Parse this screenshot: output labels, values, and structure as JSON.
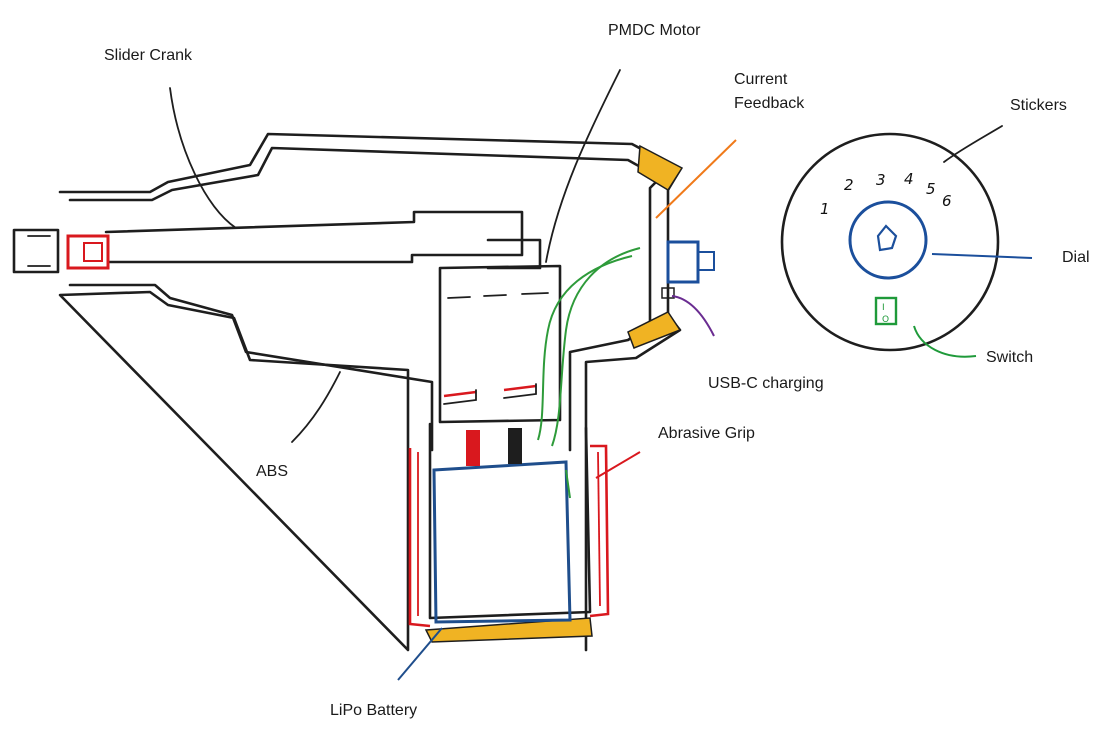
{
  "labels": {
    "slider_crank": "Slider Crank",
    "pmdc_motor": "PMDC Motor",
    "current_feedback": "Current Feedback",
    "stickers": "Stickers",
    "dial": "Dial",
    "switch": "Switch",
    "usb_c_charging": "USB-C charging",
    "abrasive_grip": "Abrasive Grip",
    "abs": "ABS",
    "lipo_battery": "LiPo Battery"
  },
  "dial_numbers": [
    "1",
    "2",
    "3",
    "4",
    "5",
    "6"
  ],
  "switch_marks": {
    "on": "I",
    "off": "O"
  },
  "colors": {
    "outline": "#1e1e1e",
    "grip_red": "#d9181e",
    "battery_blue": "#1f4e8c",
    "bumper_yellow": "#f0b323",
    "wire_green": "#2e9b3a",
    "feedback_orange": "#f07a1a",
    "usb_purple": "#6a2c91",
    "dial_blue": "#1b4f9c",
    "switch_green": "#1f9a3a"
  }
}
